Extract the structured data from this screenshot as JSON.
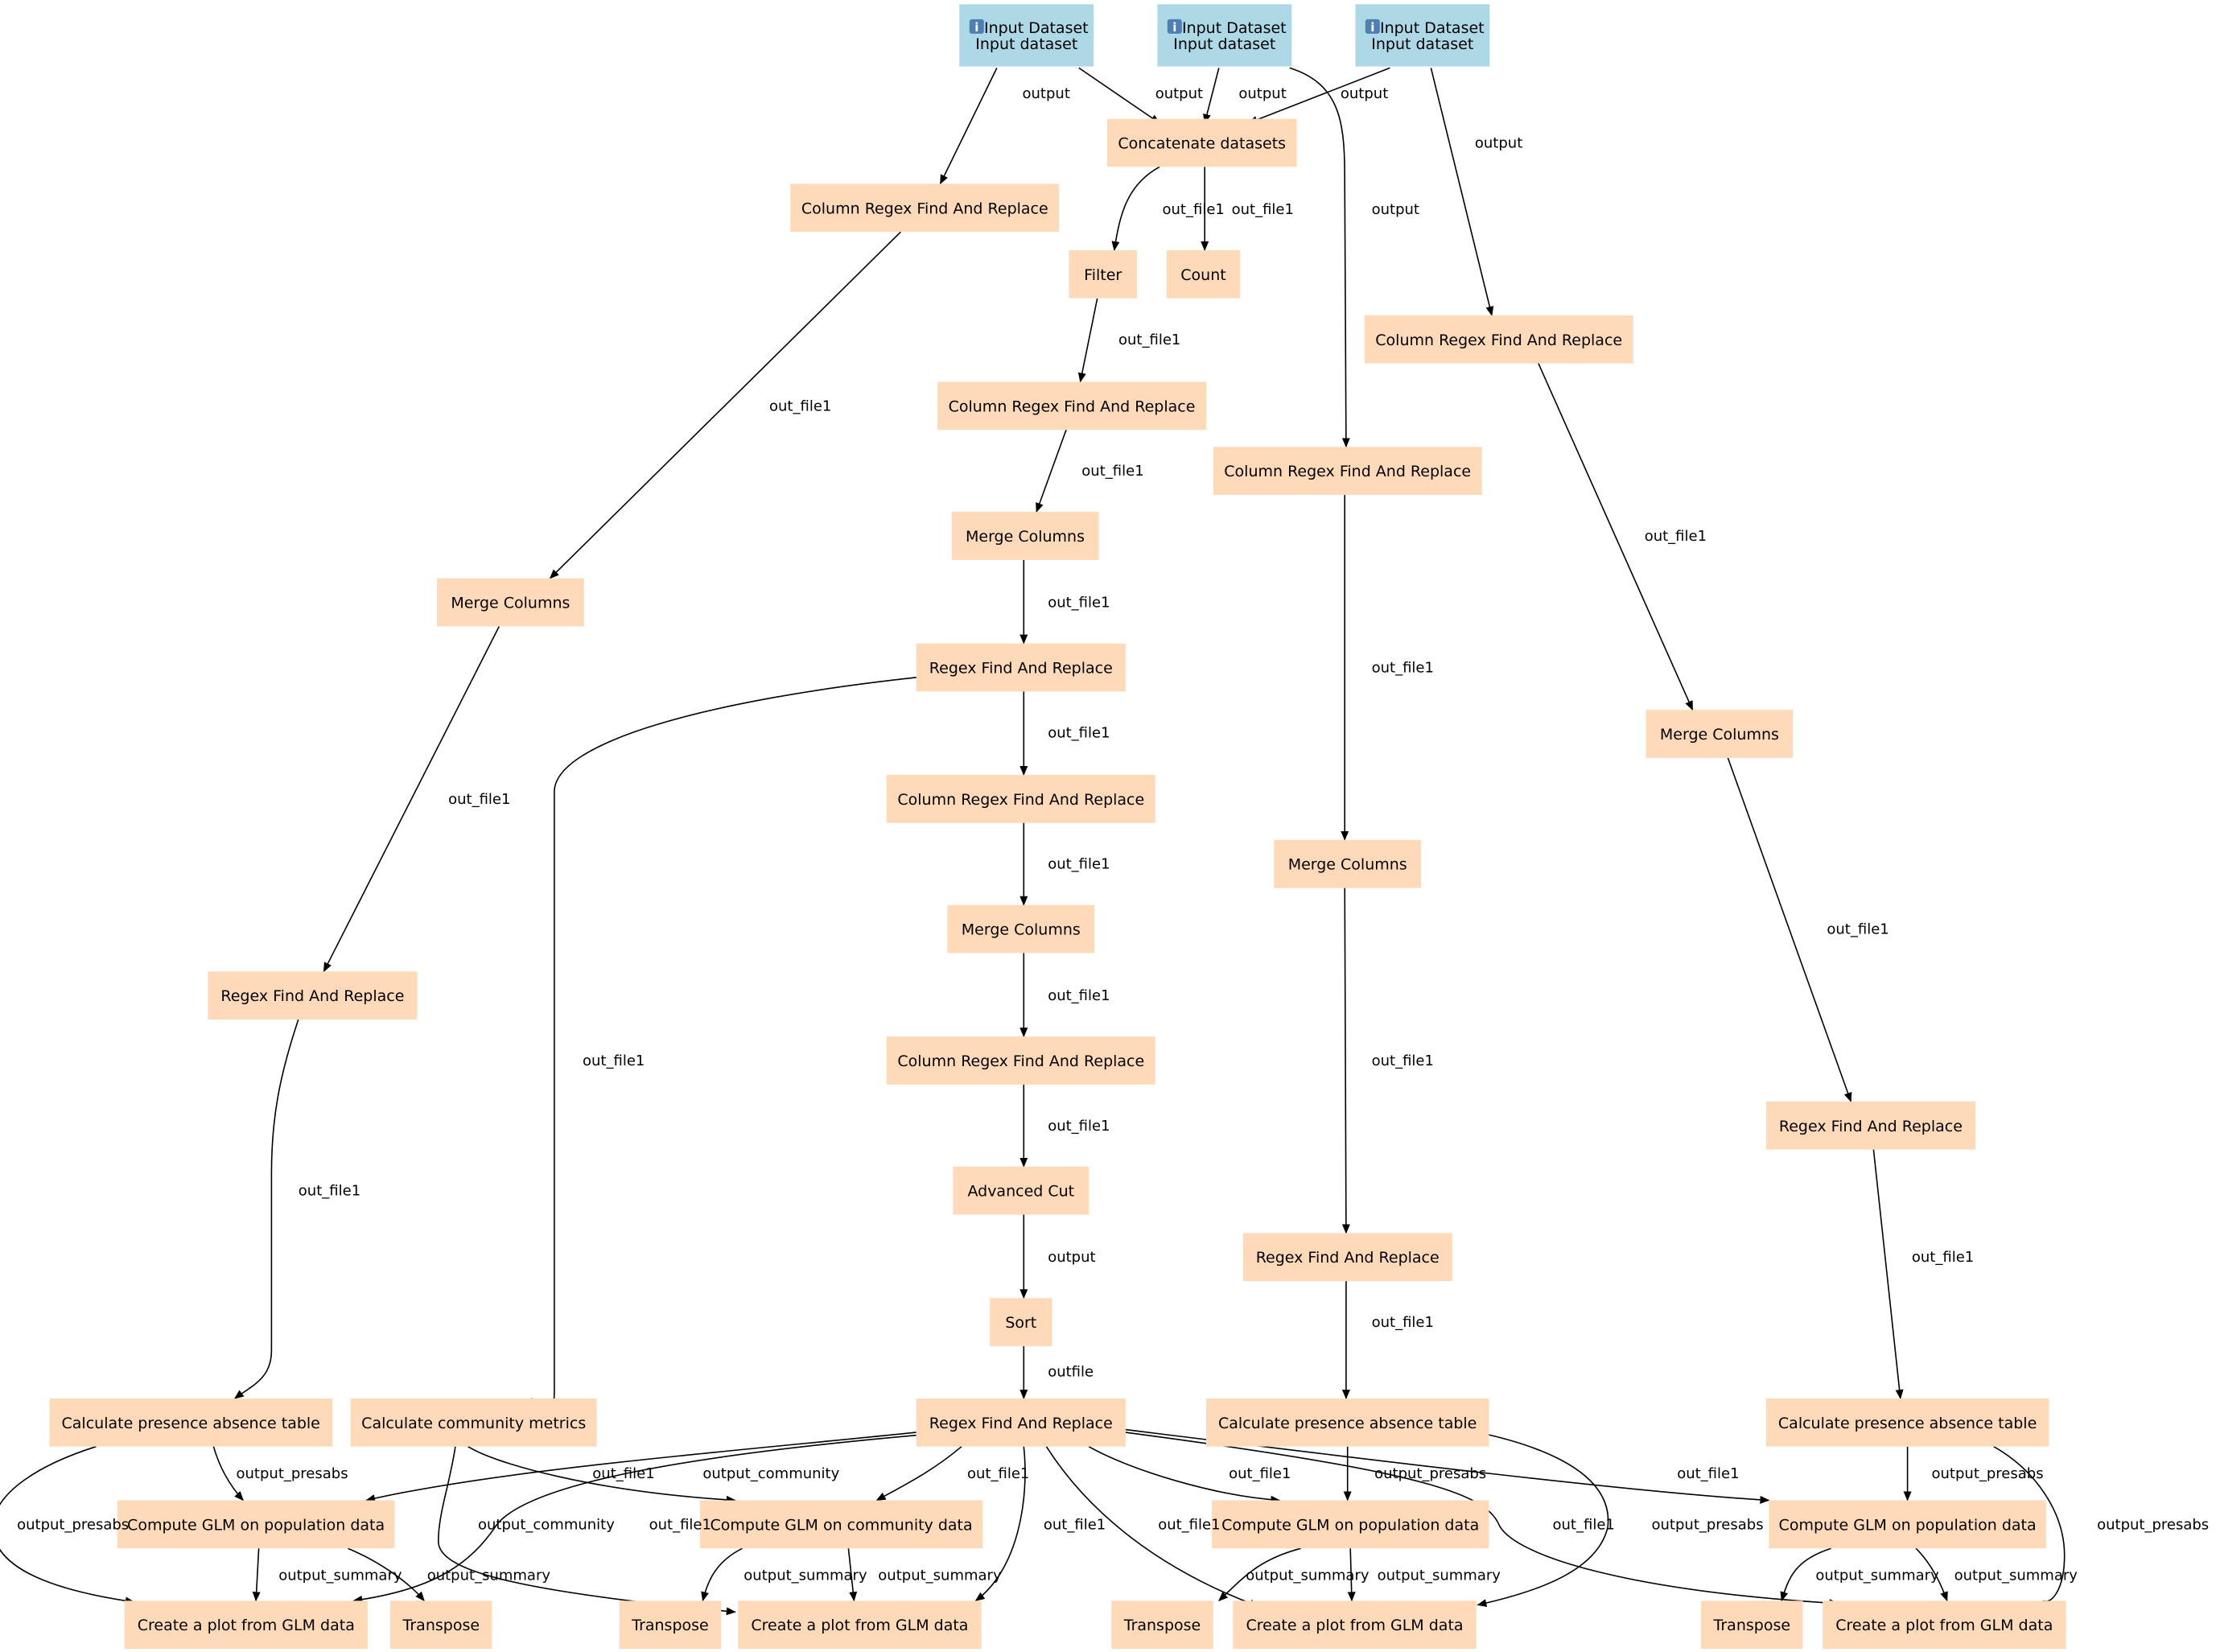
{
  "colors": {
    "input_fill": "#add8e6",
    "tool_fill": "#ffdab9",
    "edge": "#000000",
    "text": "#000000",
    "info_icon": "#4d7fb3"
  },
  "input_icon": "info-icon",
  "nodes": [
    {
      "id": "in1",
      "kind": "input",
      "lines": [
        "Input Dataset",
        "Input dataset"
      ]
    },
    {
      "id": "in2",
      "kind": "input",
      "lines": [
        "Input Dataset",
        "Input dataset"
      ]
    },
    {
      "id": "in3",
      "kind": "input",
      "lines": [
        "Input Dataset",
        "Input dataset"
      ]
    },
    {
      "id": "concat",
      "kind": "tool",
      "lines": [
        "Concatenate datasets"
      ]
    },
    {
      "id": "crf1",
      "kind": "tool",
      "lines": [
        "Column Regex Find And Replace"
      ]
    },
    {
      "id": "filter",
      "kind": "tool",
      "lines": [
        "Filter"
      ]
    },
    {
      "id": "count",
      "kind": "tool",
      "lines": [
        "Count"
      ]
    },
    {
      "id": "crf_r",
      "kind": "tool",
      "lines": [
        "Column Regex Find And Replace"
      ]
    },
    {
      "id": "crf_m1",
      "kind": "tool",
      "lines": [
        "Column Regex Find And Replace"
      ]
    },
    {
      "id": "crf_mid",
      "kind": "tool",
      "lines": [
        "Column Regex Find And Replace"
      ]
    },
    {
      "id": "mc_m1",
      "kind": "tool",
      "lines": [
        "Merge Columns"
      ]
    },
    {
      "id": "mc_l",
      "kind": "tool",
      "lines": [
        "Merge Columns"
      ]
    },
    {
      "id": "rf_m1",
      "kind": "tool",
      "lines": [
        "Regex Find And Replace"
      ]
    },
    {
      "id": "mc_r",
      "kind": "tool",
      "lines": [
        "Merge Columns"
      ]
    },
    {
      "id": "crf_m2",
      "kind": "tool",
      "lines": [
        "Column Regex Find And Replace"
      ]
    },
    {
      "id": "mc_mid",
      "kind": "tool",
      "lines": [
        "Merge Columns"
      ]
    },
    {
      "id": "mc_m2",
      "kind": "tool",
      "lines": [
        "Merge Columns"
      ]
    },
    {
      "id": "rf_l",
      "kind": "tool",
      "lines": [
        "Regex Find And Replace"
      ]
    },
    {
      "id": "crf_m3",
      "kind": "tool",
      "lines": [
        "Column Regex Find And Replace"
      ]
    },
    {
      "id": "rf_r",
      "kind": "tool",
      "lines": [
        "Regex Find And Replace"
      ]
    },
    {
      "id": "acut",
      "kind": "tool",
      "lines": [
        "Advanced Cut"
      ]
    },
    {
      "id": "rf_mid",
      "kind": "tool",
      "lines": [
        "Regex Find And Replace"
      ]
    },
    {
      "id": "sort",
      "kind": "tool",
      "lines": [
        "Sort"
      ]
    },
    {
      "id": "cpat_l",
      "kind": "tool",
      "lines": [
        "Calculate presence absence table"
      ]
    },
    {
      "id": "ccm",
      "kind": "tool",
      "lines": [
        "Calculate community metrics"
      ]
    },
    {
      "id": "rf_m2",
      "kind": "tool",
      "lines": [
        "Regex Find And Replace"
      ]
    },
    {
      "id": "cpat_mid",
      "kind": "tool",
      "lines": [
        "Calculate presence absence table"
      ]
    },
    {
      "id": "cpat_r",
      "kind": "tool",
      "lines": [
        "Calculate presence absence table"
      ]
    },
    {
      "id": "glm_l",
      "kind": "tool",
      "lines": [
        "Compute GLM on population data"
      ]
    },
    {
      "id": "glm_c",
      "kind": "tool",
      "lines": [
        "Compute GLM on community data"
      ]
    },
    {
      "id": "glm_mid",
      "kind": "tool",
      "lines": [
        "Compute GLM on population data"
      ]
    },
    {
      "id": "glm_r",
      "kind": "tool",
      "lines": [
        "Compute GLM on population data"
      ]
    },
    {
      "id": "plot_l",
      "kind": "tool",
      "lines": [
        "Create a plot from GLM data"
      ]
    },
    {
      "id": "tr_l",
      "kind": "tool",
      "lines": [
        "Transpose"
      ]
    },
    {
      "id": "tr_c",
      "kind": "tool",
      "lines": [
        "Transpose"
      ]
    },
    {
      "id": "plot_c",
      "kind": "tool",
      "lines": [
        "Create a plot from GLM data"
      ]
    },
    {
      "id": "tr_mid",
      "kind": "tool",
      "lines": [
        "Transpose"
      ]
    },
    {
      "id": "plot_mid",
      "kind": "tool",
      "lines": [
        "Create a plot from GLM data"
      ]
    },
    {
      "id": "tr_r",
      "kind": "tool",
      "lines": [
        "Transpose"
      ]
    },
    {
      "id": "plot_r",
      "kind": "tool",
      "lines": [
        "Create a plot from GLM data"
      ]
    }
  ],
  "edges": [
    {
      "from": "in1",
      "to": "crf1",
      "label": "output"
    },
    {
      "from": "in1",
      "to": "concat",
      "label": "output"
    },
    {
      "from": "in2",
      "to": "concat",
      "label": "output"
    },
    {
      "from": "in3",
      "to": "concat",
      "label": "output"
    },
    {
      "from": "in2",
      "to": "crf_mid",
      "label": "output"
    },
    {
      "from": "in3",
      "to": "crf_r",
      "label": "output"
    },
    {
      "from": "concat",
      "to": "filter",
      "label": "out_file1"
    },
    {
      "from": "concat",
      "to": "count",
      "label": "out_file1"
    },
    {
      "from": "crf1",
      "to": "mc_l",
      "label": "out_file1"
    },
    {
      "from": "filter",
      "to": "crf_m1",
      "label": "out_file1"
    },
    {
      "from": "crf_m1",
      "to": "mc_m1",
      "label": "out_file1"
    },
    {
      "from": "mc_m1",
      "to": "rf_m1",
      "label": "out_file1"
    },
    {
      "from": "rf_m1",
      "to": "crf_m2",
      "label": "out_file1"
    },
    {
      "from": "rf_m1",
      "to": "ccm",
      "label": "out_file1"
    },
    {
      "from": "crf_m2",
      "to": "mc_m2",
      "label": "out_file1"
    },
    {
      "from": "mc_m2",
      "to": "crf_m3",
      "label": "out_file1"
    },
    {
      "from": "crf_m3",
      "to": "acut",
      "label": "out_file1"
    },
    {
      "from": "acut",
      "to": "sort",
      "label": "output"
    },
    {
      "from": "sort",
      "to": "rf_m2",
      "label": "outfile"
    },
    {
      "from": "mc_l",
      "to": "rf_l",
      "label": "out_file1"
    },
    {
      "from": "rf_l",
      "to": "cpat_l",
      "label": "out_file1"
    },
    {
      "from": "crf_mid",
      "to": "mc_mid",
      "label": "out_file1"
    },
    {
      "from": "mc_mid",
      "to": "rf_mid",
      "label": "out_file1"
    },
    {
      "from": "rf_mid",
      "to": "cpat_mid",
      "label": "out_file1"
    },
    {
      "from": "crf_r",
      "to": "mc_r",
      "label": "out_file1"
    },
    {
      "from": "mc_r",
      "to": "rf_r",
      "label": "out_file1"
    },
    {
      "from": "rf_r",
      "to": "cpat_r",
      "label": "out_file1"
    },
    {
      "from": "cpat_l",
      "to": "glm_l",
      "label": "output_presabs"
    },
    {
      "from": "cpat_l",
      "to": "plot_l",
      "label": "output_presabs"
    },
    {
      "from": "ccm",
      "to": "glm_c",
      "label": "output_community"
    },
    {
      "from": "ccm",
      "to": "plot_c",
      "label": "output_community"
    },
    {
      "from": "cpat_mid",
      "to": "glm_mid",
      "label": "output_presabs"
    },
    {
      "from": "cpat_mid",
      "to": "plot_mid",
      "label": "output_presabs"
    },
    {
      "from": "cpat_r",
      "to": "glm_r",
      "label": "output_presabs"
    },
    {
      "from": "cpat_r",
      "to": "plot_r",
      "label": "output_presabs"
    },
    {
      "from": "rf_m2",
      "to": "glm_l",
      "label": "out_file1"
    },
    {
      "from": "rf_m2",
      "to": "plot_l",
      "label": "out_file1"
    },
    {
      "from": "rf_m2",
      "to": "glm_c",
      "label": "out_file1"
    },
    {
      "from": "rf_m2",
      "to": "plot_c",
      "label": "out_file1"
    },
    {
      "from": "rf_m2",
      "to": "glm_mid",
      "label": "out_file1"
    },
    {
      "from": "rf_m2",
      "to": "plot_mid",
      "label": "out_file1"
    },
    {
      "from": "rf_m2",
      "to": "glm_r",
      "label": "out_file1"
    },
    {
      "from": "rf_m2",
      "to": "plot_r",
      "label": "out_file1"
    },
    {
      "from": "glm_l",
      "to": "plot_l",
      "label": "output_summary"
    },
    {
      "from": "glm_l",
      "to": "tr_l",
      "label": "output_summary"
    },
    {
      "from": "glm_c",
      "to": "tr_c",
      "label": "output_summary"
    },
    {
      "from": "glm_c",
      "to": "plot_c",
      "label": "output_summary"
    },
    {
      "from": "glm_mid",
      "to": "tr_mid",
      "label": "output_summary"
    },
    {
      "from": "glm_mid",
      "to": "plot_mid",
      "label": "output_summary"
    },
    {
      "from": "glm_r",
      "to": "tr_r",
      "label": "output_summary"
    },
    {
      "from": "glm_r",
      "to": "plot_r",
      "label": "output_summary"
    }
  ]
}
